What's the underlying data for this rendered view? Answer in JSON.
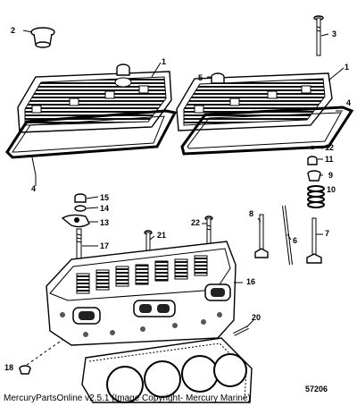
{
  "caption": "MercuryPartsOnline v2.5.1 (Image Copyright- Mercury Marine)",
  "figure_number": "57206",
  "callouts": {
    "c1a": "1",
    "c1b": "1",
    "c2": "2",
    "c3": "3",
    "c4a": "4",
    "c4b": "4",
    "c5": "5",
    "c6": "6",
    "c7": "7",
    "c8": "8",
    "c9": "9",
    "c10": "10",
    "c11": "11",
    "c12": "12",
    "c13": "13",
    "c14": "14",
    "c15": "15",
    "c16": "16",
    "c17": "17",
    "c18": "18",
    "c20": "20",
    "c21": "21",
    "c22": "22"
  }
}
